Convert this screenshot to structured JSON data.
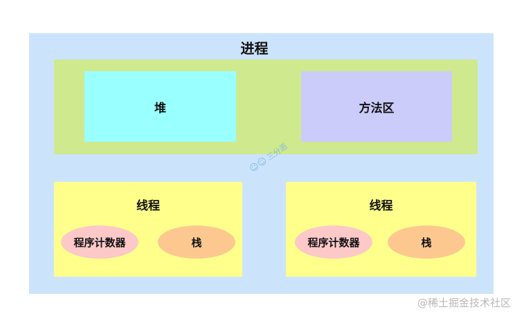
{
  "diagram": {
    "process": {
      "label": "进程",
      "color": "#cce4fb",
      "shared_area": {
        "color": "#cfe98e",
        "heap": {
          "label": "堆",
          "color": "#99ffff"
        },
        "method_area": {
          "label": "方法区",
          "color": "#ccccfa"
        }
      },
      "threads": [
        {
          "label": "线程",
          "color": "#ffff8c",
          "program_counter": {
            "label": "程序计数器",
            "color": "#fcc8c8"
          },
          "stack": {
            "label": "栈",
            "color": "#fcc890"
          }
        },
        {
          "label": "线程",
          "color": "#ffff8c",
          "program_counter": {
            "label": "程序计数器",
            "color": "#fcc8c8"
          },
          "stack": {
            "label": "栈",
            "color": "#fcc890"
          }
        }
      ]
    },
    "overlay_watermark": "三分恶",
    "footer_watermark": "@稀土掘金技术社区"
  }
}
